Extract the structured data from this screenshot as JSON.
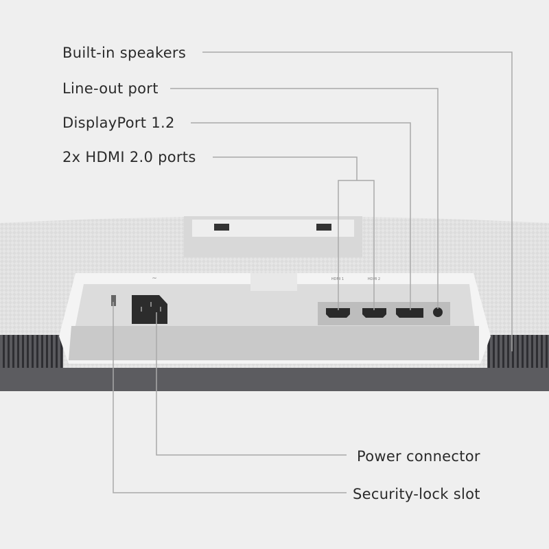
{
  "callouts": {
    "speakers": "Built-in speakers",
    "line_out": "Line-out port",
    "displayport": "DisplayPort 1.2",
    "hdmi": "2x HDMI 2.0 ports",
    "power": "Power connector",
    "security": "Security-lock slot"
  },
  "device_labels": {
    "hdmi1": "HDMI 1",
    "hdmi2": "HDMI 2",
    "power_symbol": "~"
  },
  "colors": {
    "background": "#efefef",
    "leader_line": "#a9a9a9",
    "text": "#2a2a2a"
  }
}
